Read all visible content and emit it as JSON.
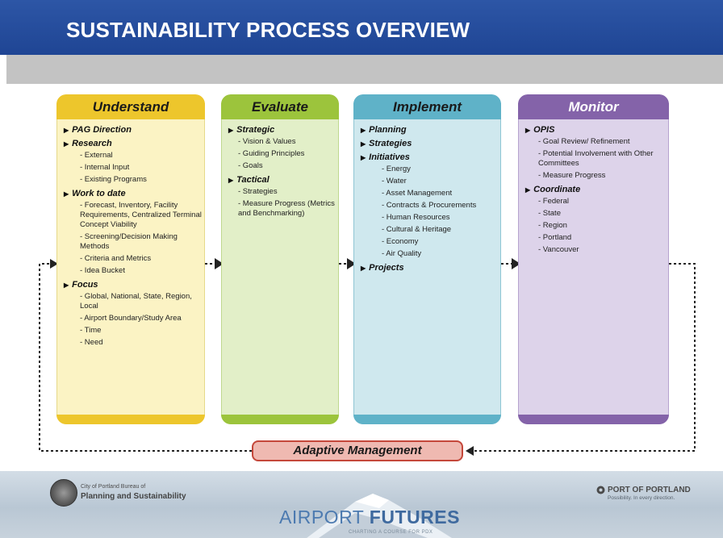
{
  "title": "SUSTAINABILITY PROCESS OVERVIEW",
  "columns": [
    {
      "header": "Understand",
      "sections": [
        {
          "title": "PAG Direction",
          "items": []
        },
        {
          "title": "Research",
          "items": [
            "- External",
            "- Internal Input",
            "- Existing Programs"
          ]
        },
        {
          "title": "Work to date",
          "items": [
            "- Forecast, Inventory, Facility Requirements, Centralized Terminal Concept Viability",
            "- Screening/Decision Making Methods",
            "- Criteria and Metrics",
            "- Idea Bucket"
          ]
        },
        {
          "title": "Focus",
          "items": [
            "- Global, National, State, Region, Local",
            "- Airport Boundary/Study Area",
            "- Time",
            "- Need"
          ]
        }
      ]
    },
    {
      "header": "Evaluate",
      "sections": [
        {
          "title": "Strategic",
          "items": [
            "- Vision & Values",
            "- Guiding Principles",
            "- Goals"
          ]
        },
        {
          "title": "Tactical",
          "items": [
            "- Strategies",
            "- Measure Progress (Metrics and Benchmarking)"
          ]
        }
      ]
    },
    {
      "header": "Implement",
      "sections": [
        {
          "title": "Planning",
          "items": []
        },
        {
          "title": "Strategies",
          "items": []
        },
        {
          "title": "Initiatives",
          "items": [
            "- Energy",
            "- Water",
            "- Asset Management",
            "- Contracts & Procurements",
            "- Human Resources",
            "- Cultural & Heritage",
            "- Economy",
            "- Air Quality"
          ]
        },
        {
          "title": "Projects",
          "items": []
        }
      ]
    },
    {
      "header": "Monitor",
      "sections": [
        {
          "title": "OPIS",
          "items": [
            "- Goal Review/ Refinement",
            "- Potential Involvement with Other Committees",
            "- Measure Progress"
          ]
        },
        {
          "title": "Coordinate",
          "items": [
            "- Federal",
            "- State",
            "- Region",
            "- Portland",
            "- Vancouver"
          ]
        }
      ]
    }
  ],
  "adaptive_label": "Adaptive Management",
  "footer": {
    "city_line1": "City of Portland Bureau of",
    "city_line2": "Planning and Sustainability",
    "airport": "AIRPORT",
    "futures": "FUTURES",
    "charting": "CHARTING A COURSE FOR PDX",
    "port_name": "PORT OF PORTLAND",
    "port_tagline": "Possibility. In every direction."
  },
  "colors": {
    "understand": "#edc62c",
    "evaluate": "#9cc43c",
    "implement": "#5fb2c8",
    "monitor": "#8463a9",
    "adaptive": "#c4473a",
    "title_bar": "#1f4594"
  }
}
